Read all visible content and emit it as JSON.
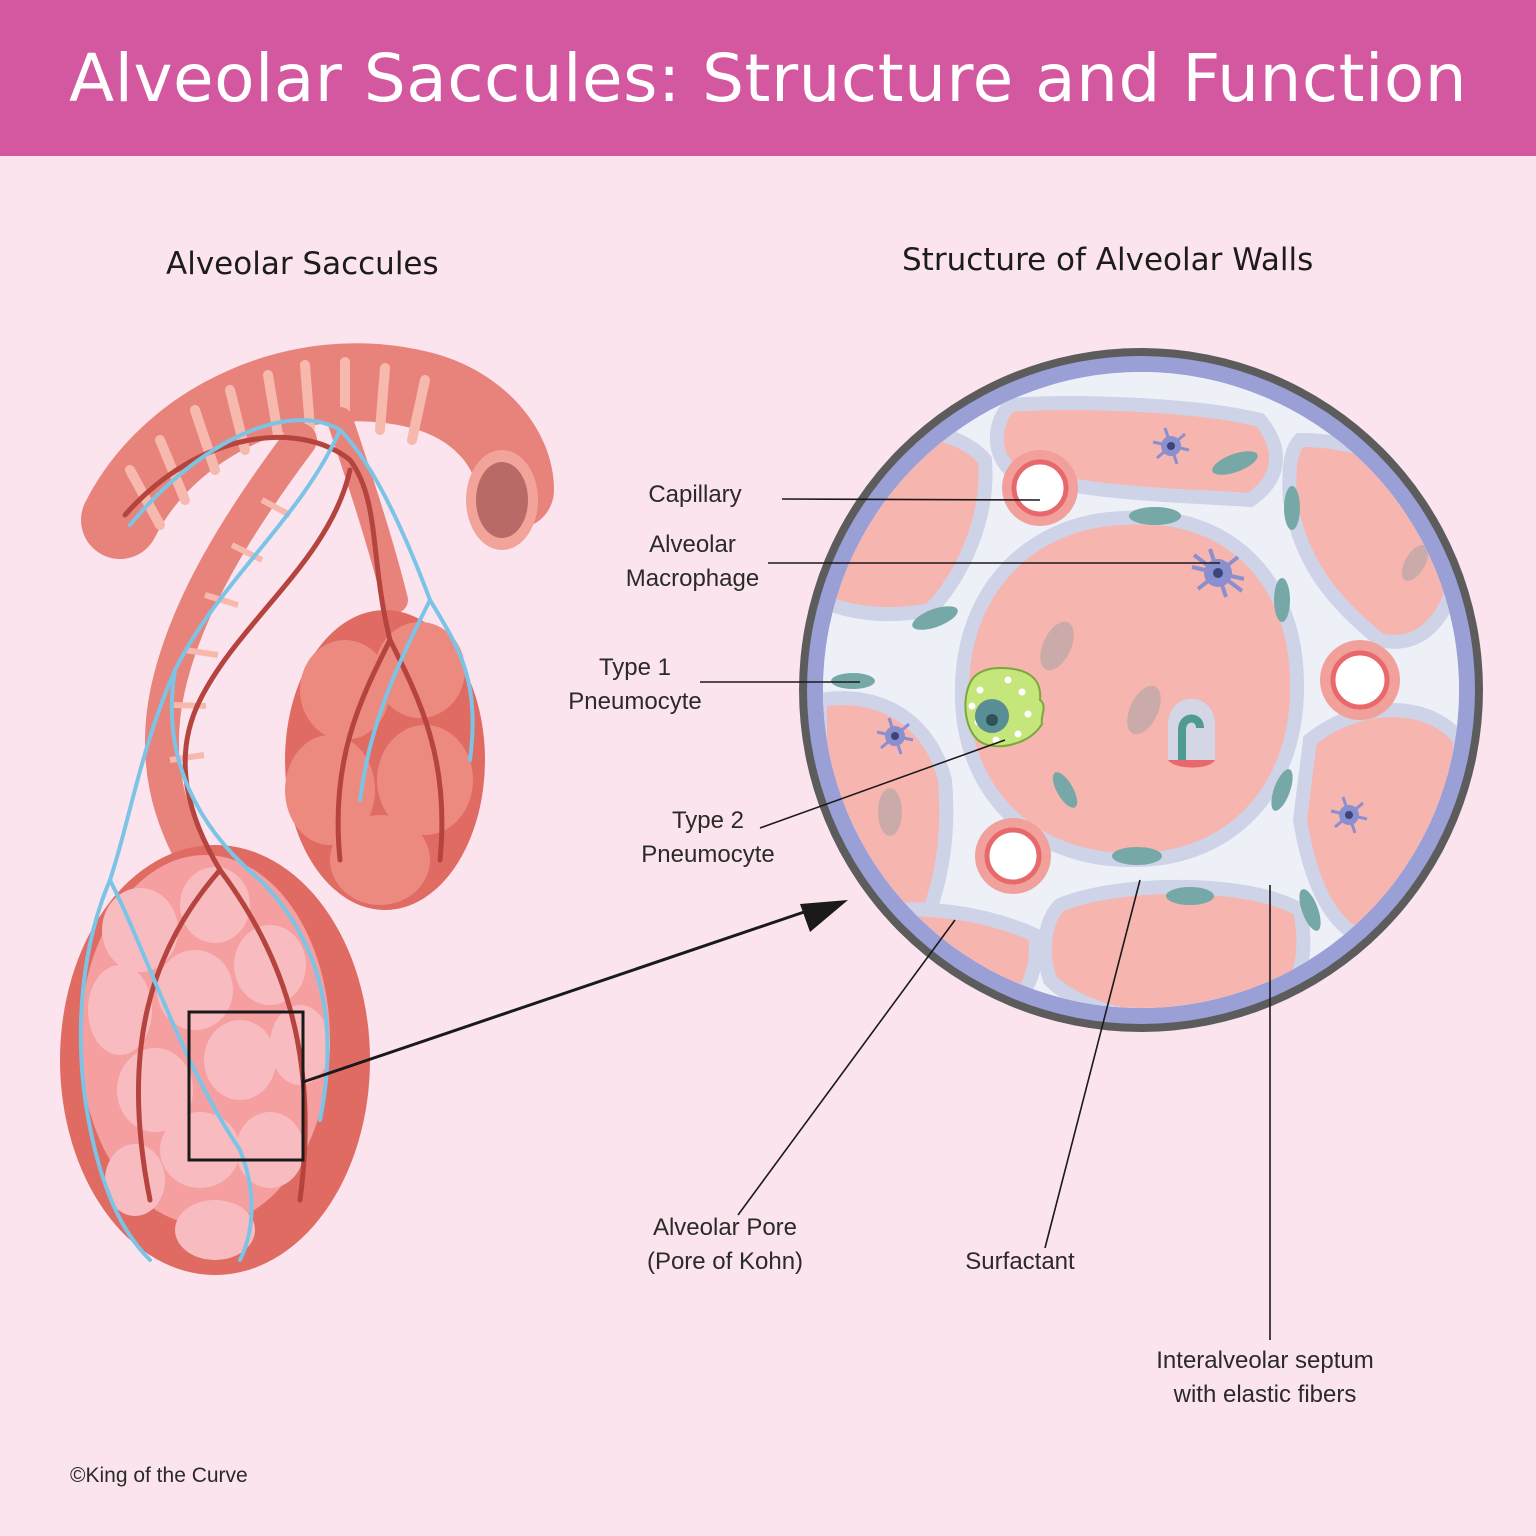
{
  "title": "Alveolar Saccules: Structure and Function",
  "left_panel": {
    "heading": "Alveolar Saccules"
  },
  "right_panel": {
    "heading": "Structure of Alveolar Walls"
  },
  "labels": {
    "capillary": "Capillary",
    "macrophage_1": "Alveolar",
    "macrophage_2": "Macrophage",
    "type1_1": "Type 1",
    "type1_2": "Pneumocyte",
    "type2_1": "Type 2",
    "type2_2": "Pneumocyte",
    "pore_1": "Alveolar Pore",
    "pore_2": "(Pore of Kohn)",
    "surfactant": "Surfactant",
    "septum_1": "Interalveolar septum",
    "septum_2": "with elastic fibers"
  },
  "copyright": "©King of the Curve",
  "colors": {
    "header": "#d4589f",
    "background": "#fce4ee",
    "tissue": "#e8837b",
    "alveolus": "#f6b5ae",
    "vessel_blue": "#7cc4e6",
    "ring_border": "#5c5c5c",
    "ring_inner": "#9a9fd6"
  }
}
